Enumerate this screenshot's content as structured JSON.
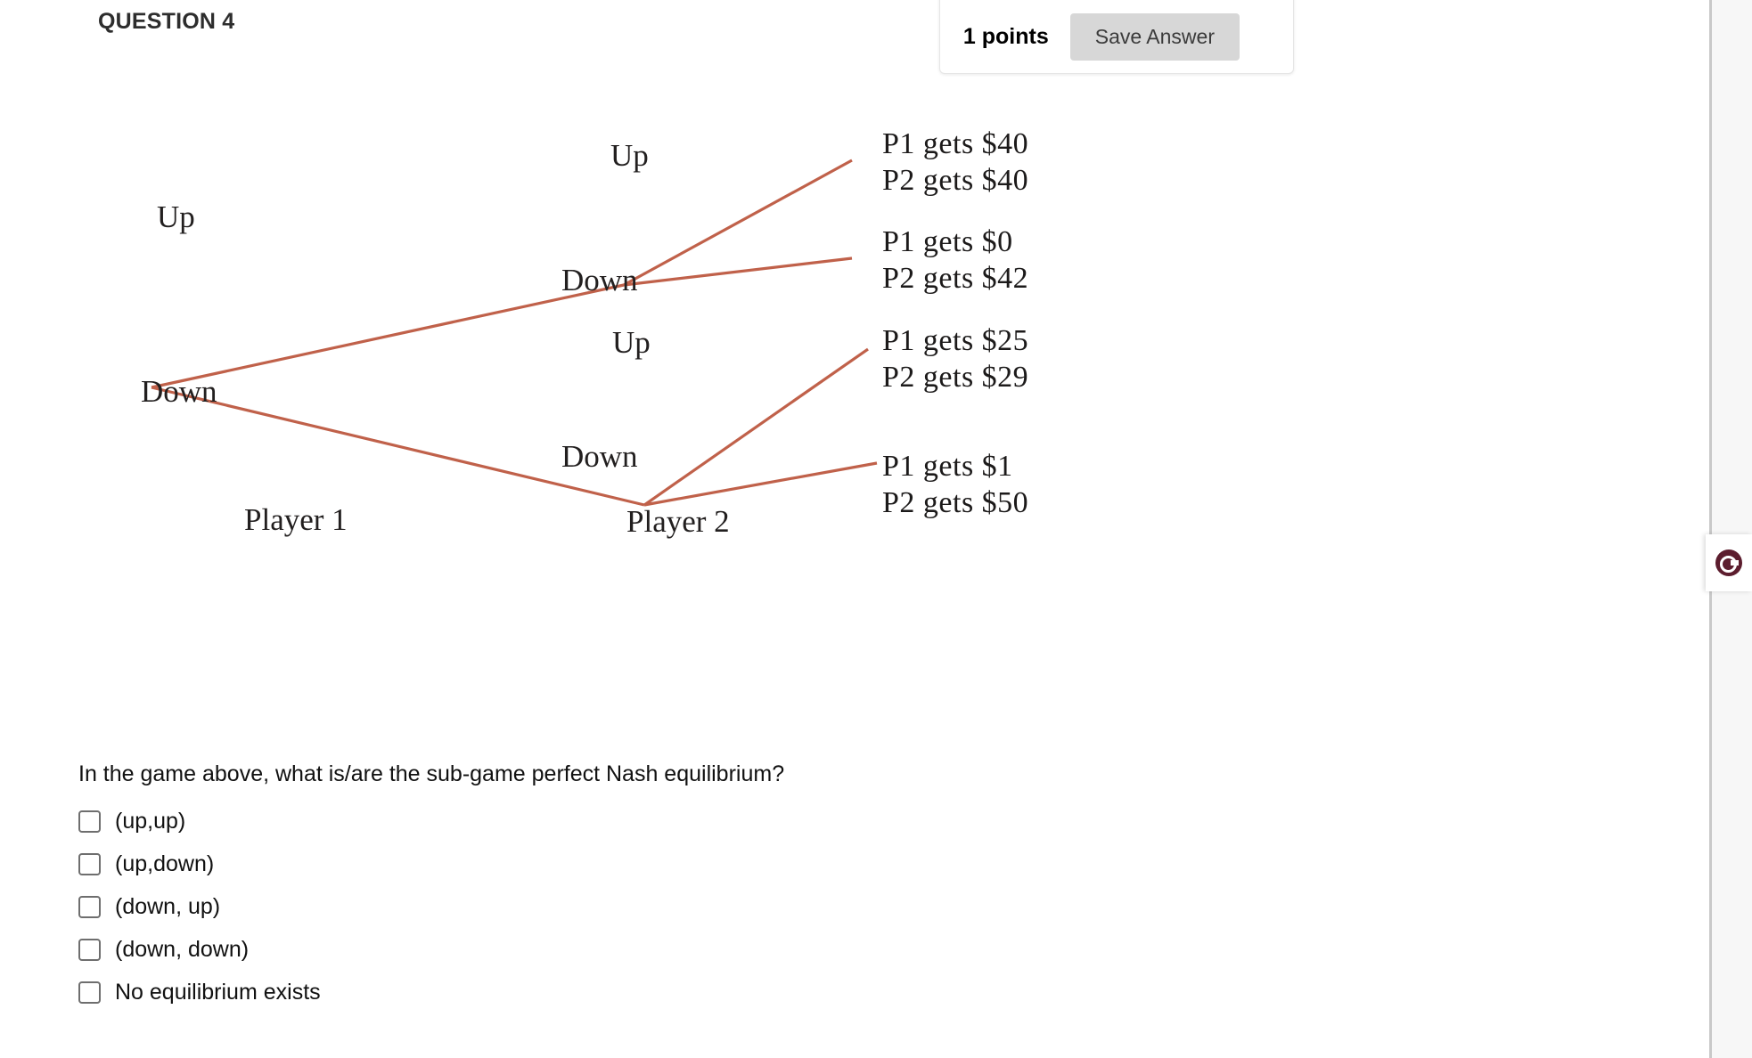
{
  "header": {
    "question_title": "QUESTION 4",
    "points_label": "1 points",
    "save_answer_label": "Save Answer"
  },
  "game_tree": {
    "player1_label": "Player 1",
    "player2_label": "Player 2",
    "p1_up_label": "Up",
    "p1_down_label": "Down",
    "p2_upper_up_label": "Up",
    "p2_upper_down_label": "Down",
    "p2_lower_up_label": "Up",
    "p2_lower_down_label": "Down",
    "line_color": "#c0614a",
    "outcomes": [
      {
        "p1": "P1 gets $40",
        "p2": "P2 gets $40"
      },
      {
        "p1": "P1 gets $0",
        "p2": "P2 gets $42"
      },
      {
        "p1": "P1 gets $25",
        "p2": "P2 gets $29"
      },
      {
        "p1": "P1 gets $1",
        "p2": "P2 gets $50"
      }
    ]
  },
  "question": {
    "prompt": "In the game above, what is/are the sub-game perfect Nash equilibrium?",
    "options": [
      {
        "label": "(up,up)"
      },
      {
        "label": "(up,down)"
      },
      {
        "label": "(down, up)"
      },
      {
        "label": "(down, down)"
      },
      {
        "label": "No equilibrium exists"
      }
    ]
  },
  "right_rail": {
    "feedback_icon": "feedback-circle-icon"
  }
}
